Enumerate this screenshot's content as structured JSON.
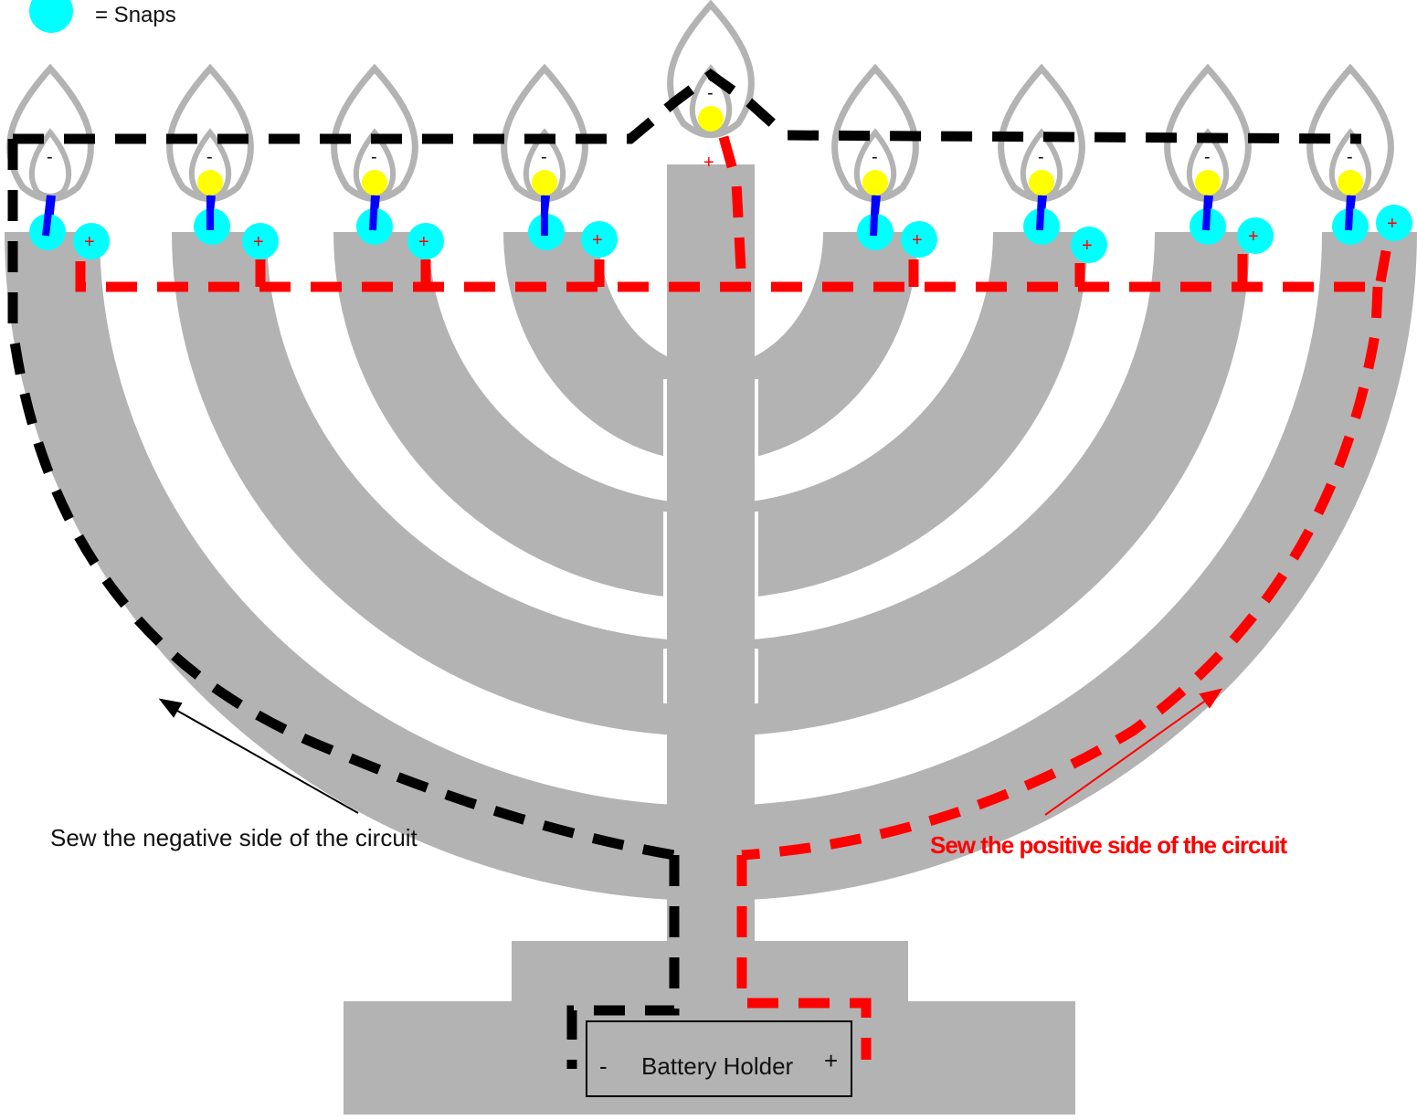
{
  "legend": {
    "icon": "snap-circle",
    "text": "= Snaps"
  },
  "labels": {
    "negative": "Sew the negative side of the circuit",
    "positive": "Sew the positive side of the circuit"
  },
  "battery": {
    "minus": "-",
    "label": "Battery Holder",
    "plus": "+"
  },
  "candles": [
    {
      "minus": "-",
      "plus": "+"
    },
    {
      "minus": "-",
      "plus": "+"
    },
    {
      "minus": "-",
      "plus": "+"
    },
    {
      "minus": "-",
      "plus": "+"
    },
    {
      "minus": "-",
      "plus": "+"
    },
    {
      "minus": "-",
      "plus": "+"
    },
    {
      "minus": "-",
      "plus": "+"
    },
    {
      "minus": "-",
      "plus": "+"
    },
    {
      "minus": "-",
      "plus": "+"
    }
  ],
  "colors": {
    "menorah": "#b3b3b3",
    "flame_outline": "#b3b3b3",
    "snap": "#00ffff",
    "led": "#ffff00",
    "led_leg": "#0000ff",
    "negative_thread": "#000000",
    "positive_thread": "#ff0000"
  }
}
